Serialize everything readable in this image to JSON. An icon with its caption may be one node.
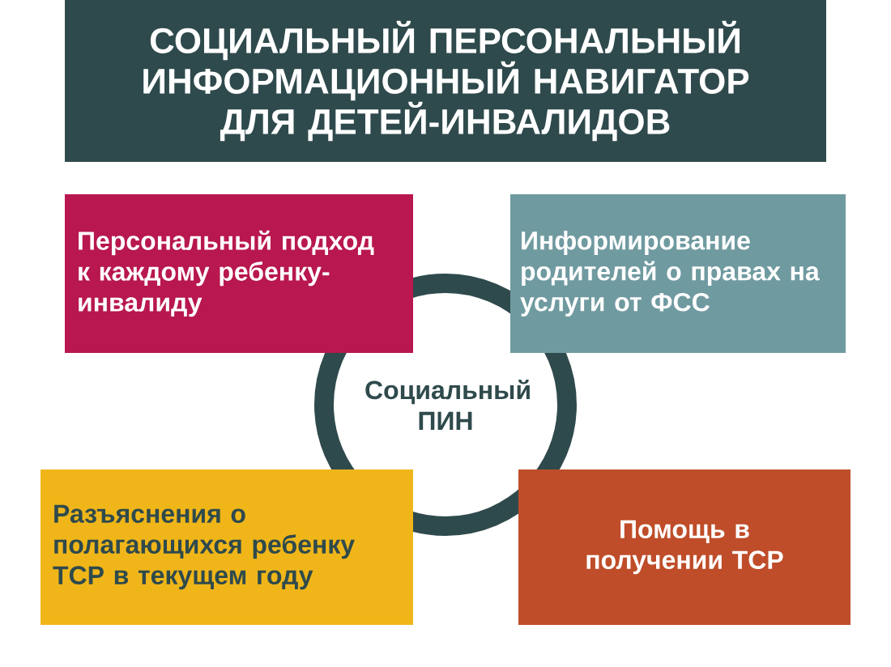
{
  "diagram": {
    "title": "СОЦИАЛЬНЫЙ ПЕРСОНАЛЬНЫЙ ИНФОРМАЦИОННЫЙ НАВИГАТОР ДЛЯ ДЕТЕЙ-ИНВАЛИДОВ",
    "nodes": [
      {
        "text": [
          "Персональный подход к каждому ребенку-инвалиду"
        ]
      },
      {
        "text": [
          "Информирование родителей о правах на услуги от ФСС"
        ]
      },
      {
        "text": [
          "Социальный ПИН"
        ]
      },
      {
        "text": [
          "Разъяснения о полагающихся ребенку ТСР в текущем году"
        ]
      },
      {
        "text": [
          "Помощь в получении ТСР"
        ]
      }
    ]
  }
}
